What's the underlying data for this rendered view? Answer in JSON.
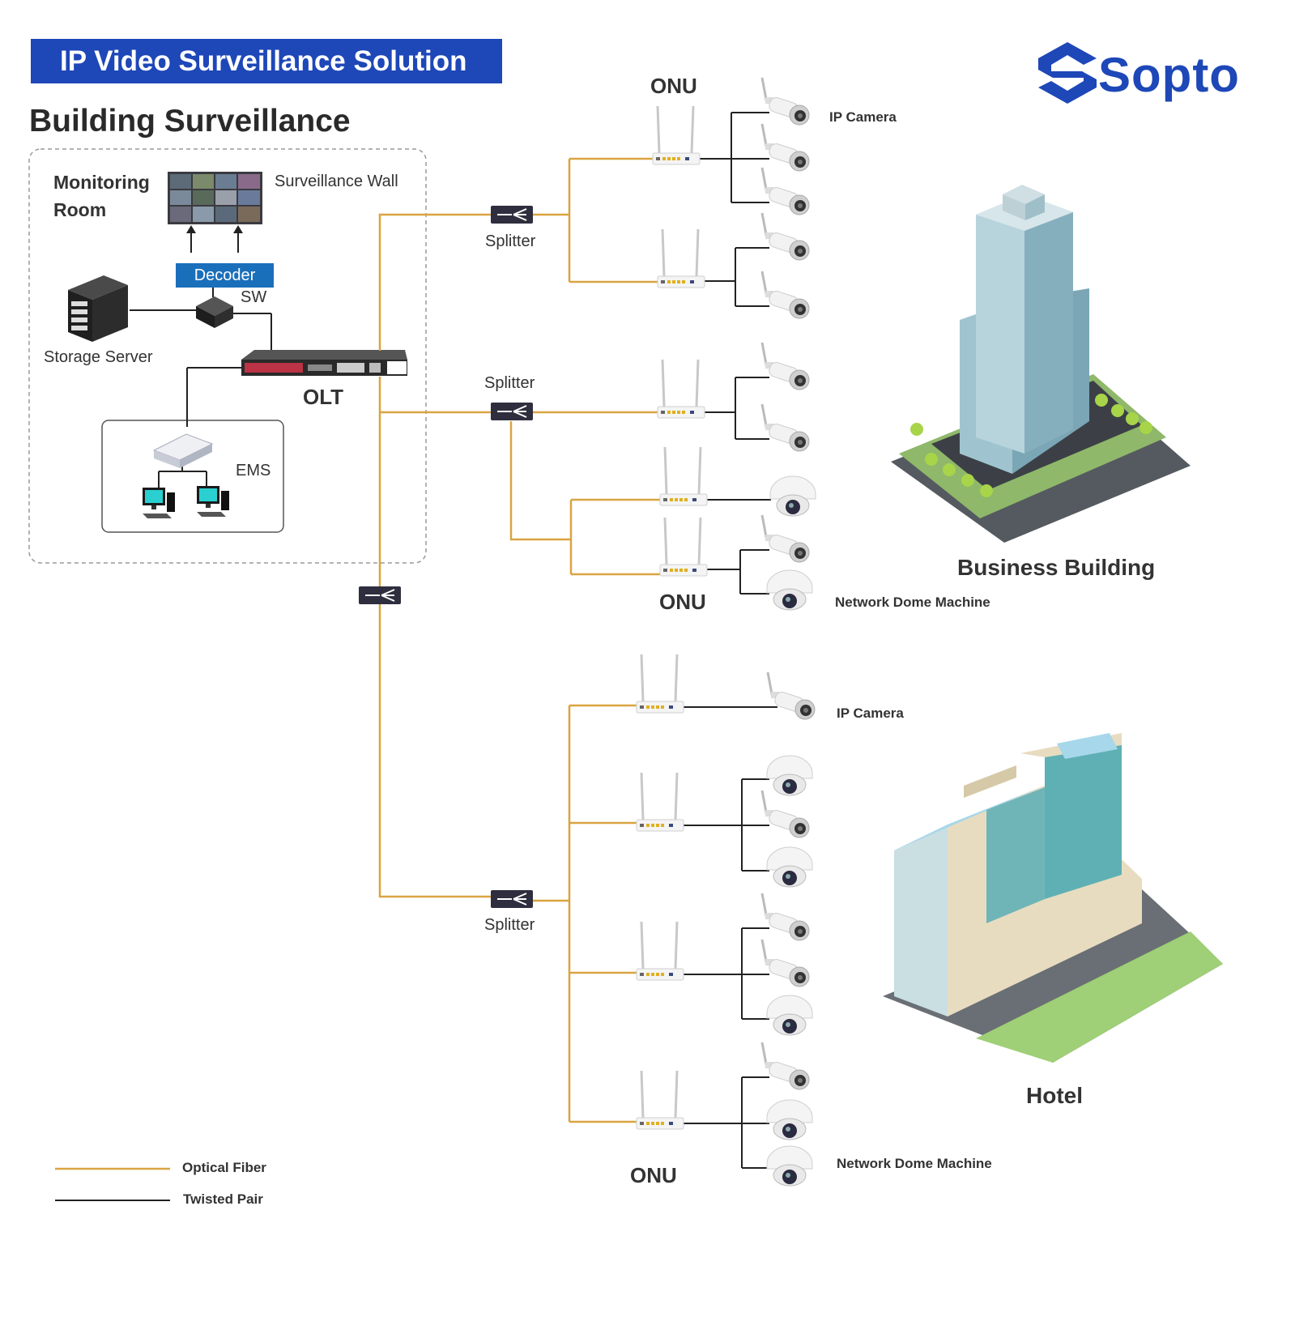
{
  "header": {
    "banner_title": "IP Video Surveillance Solution",
    "section_title": "Building Surveillance",
    "brand_name": "Sopto"
  },
  "monitoring_room": {
    "title_line1": "Monitoring",
    "title_line2": "Room",
    "surveillance_wall": "Surveillance Wall",
    "decoder": "Decoder",
    "switch": "SW",
    "storage_server": "Storage Server",
    "olt": "OLT",
    "ems": "EMS"
  },
  "network": {
    "splitter_labels": [
      "Splitter",
      "Splitter",
      "Splitter"
    ],
    "onu_top": "ONU",
    "onu_middle": "ONU",
    "onu_bottom": "ONU"
  },
  "devices": {
    "ip_camera_top": "IP Camera",
    "dome_top": "Network Dome Machine",
    "ip_camera_bottom": "IP Camera",
    "dome_bottom": "Network Dome Machine"
  },
  "buildings": {
    "business": "Business Building",
    "hotel": "Hotel"
  },
  "legend": {
    "fiber": "Optical Fiber",
    "twisted": "Twisted Pair"
  },
  "colors": {
    "fiber": "#d9a441",
    "twisted": "#222222",
    "brand": "#1e47b8",
    "decoder": "#1a6fbb"
  }
}
